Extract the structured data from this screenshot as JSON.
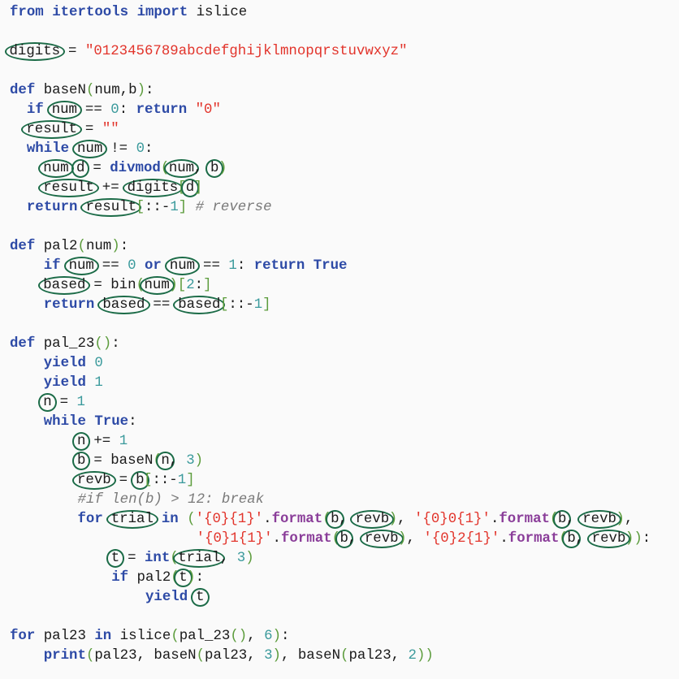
{
  "colors": {
    "keyword": "#2d4aa6",
    "string": "#e2342b",
    "number": "#3b9a9c",
    "paren": "#5c9c3c",
    "method": "#8a3d99",
    "comment": "#7a7a7a",
    "circle": "#1b6b47"
  },
  "code_lines": [
    [
      [
        "k",
        "from"
      ],
      [
        "t",
        " "
      ],
      [
        "k",
        "itertools"
      ],
      [
        "t",
        " "
      ],
      [
        "k",
        "import"
      ],
      [
        "t",
        " islice"
      ]
    ],
    [],
    [
      [
        "o",
        "digits"
      ],
      [
        "t",
        " = "
      ],
      [
        "s",
        "\"0123456789abcdefghijklmnopqrstuvwxyz\""
      ]
    ],
    [],
    [
      [
        "k",
        "def"
      ],
      [
        "t",
        " baseN"
      ],
      [
        "p",
        "("
      ],
      [
        "t",
        "num,b"
      ],
      [
        "p",
        ")"
      ],
      [
        "t",
        ":"
      ]
    ],
    [
      [
        "t",
        "  "
      ],
      [
        "k",
        "if"
      ],
      [
        "t",
        " "
      ],
      [
        "o",
        "num"
      ],
      [
        "t",
        " == "
      ],
      [
        "n",
        "0"
      ],
      [
        "t",
        ": "
      ],
      [
        "k",
        "return"
      ],
      [
        "t",
        " "
      ],
      [
        "s",
        "\"0\""
      ]
    ],
    [
      [
        "t",
        "  "
      ],
      [
        "o",
        "result"
      ],
      [
        "t",
        " = "
      ],
      [
        "s",
        "\"\""
      ]
    ],
    [
      [
        "t",
        "  "
      ],
      [
        "k",
        "while"
      ],
      [
        "t",
        " "
      ],
      [
        "o",
        "num"
      ],
      [
        "t",
        " != "
      ],
      [
        "n",
        "0"
      ],
      [
        "t",
        ":"
      ]
    ],
    [
      [
        "t",
        "    "
      ],
      [
        "o",
        "num"
      ],
      [
        "t",
        " "
      ],
      [
        "o",
        "d"
      ],
      [
        "t",
        " = "
      ],
      [
        "k",
        "divmod"
      ],
      [
        "p",
        "("
      ],
      [
        "o",
        "num"
      ],
      [
        "t",
        ", "
      ],
      [
        "o",
        "b"
      ],
      [
        "p",
        ")"
      ]
    ],
    [
      [
        "t",
        "    "
      ],
      [
        "o",
        "result"
      ],
      [
        "t",
        " += "
      ],
      [
        "o",
        "digits"
      ],
      [
        "p",
        "["
      ],
      [
        "o",
        "d"
      ],
      [
        "p",
        "]"
      ]
    ],
    [
      [
        "t",
        "  "
      ],
      [
        "k",
        "return"
      ],
      [
        "t",
        " "
      ],
      [
        "o",
        "result"
      ],
      [
        "p",
        "["
      ],
      [
        "t",
        "::-"
      ],
      [
        "n",
        "1"
      ],
      [
        "p",
        "]"
      ],
      [
        "t",
        " "
      ],
      [
        "c",
        "# reverse"
      ]
    ],
    [],
    [
      [
        "k",
        "def"
      ],
      [
        "t",
        " pal2"
      ],
      [
        "p",
        "("
      ],
      [
        "t",
        "num"
      ],
      [
        "p",
        ")"
      ],
      [
        "t",
        ":"
      ]
    ],
    [
      [
        "t",
        "    "
      ],
      [
        "k",
        "if"
      ],
      [
        "t",
        " "
      ],
      [
        "o",
        "num"
      ],
      [
        "t",
        " == "
      ],
      [
        "n",
        "0"
      ],
      [
        "t",
        " "
      ],
      [
        "k",
        "or"
      ],
      [
        "t",
        " "
      ],
      [
        "o",
        "num"
      ],
      [
        "t",
        " == "
      ],
      [
        "n",
        "1"
      ],
      [
        "t",
        ": "
      ],
      [
        "k",
        "return"
      ],
      [
        "t",
        " "
      ],
      [
        "k",
        "True"
      ]
    ],
    [
      [
        "t",
        "    "
      ],
      [
        "o",
        "based"
      ],
      [
        "t",
        " = bin"
      ],
      [
        "p",
        "("
      ],
      [
        "o",
        "num"
      ],
      [
        "p",
        ")["
      ],
      [
        "n",
        "2"
      ],
      [
        "t",
        ":"
      ],
      [
        "p",
        "]"
      ]
    ],
    [
      [
        "t",
        "    "
      ],
      [
        "k",
        "return"
      ],
      [
        "t",
        " "
      ],
      [
        "o",
        "based"
      ],
      [
        "t",
        " == "
      ],
      [
        "o",
        "based"
      ],
      [
        "p",
        "["
      ],
      [
        "t",
        "::-"
      ],
      [
        "n",
        "1"
      ],
      [
        "p",
        "]"
      ]
    ],
    [],
    [
      [
        "k",
        "def"
      ],
      [
        "t",
        " pal_23"
      ],
      [
        "p",
        "()"
      ],
      [
        "t",
        ":"
      ]
    ],
    [
      [
        "t",
        "    "
      ],
      [
        "k",
        "yield"
      ],
      [
        "t",
        " "
      ],
      [
        "n",
        "0"
      ]
    ],
    [
      [
        "t",
        "    "
      ],
      [
        "k",
        "yield"
      ],
      [
        "t",
        " "
      ],
      [
        "n",
        "1"
      ]
    ],
    [
      [
        "t",
        "    "
      ],
      [
        "o",
        "n"
      ],
      [
        "t",
        " = "
      ],
      [
        "n",
        "1"
      ]
    ],
    [
      [
        "t",
        "    "
      ],
      [
        "k",
        "while"
      ],
      [
        "t",
        " "
      ],
      [
        "k",
        "True"
      ],
      [
        "t",
        ":"
      ]
    ],
    [
      [
        "t",
        "        "
      ],
      [
        "o",
        "n"
      ],
      [
        "t",
        " += "
      ],
      [
        "n",
        "1"
      ]
    ],
    [
      [
        "t",
        "        "
      ],
      [
        "o",
        "b"
      ],
      [
        "t",
        " = baseN"
      ],
      [
        "p",
        "("
      ],
      [
        "o",
        "n"
      ],
      [
        "t",
        ", "
      ],
      [
        "n",
        "3"
      ],
      [
        "p",
        ")"
      ]
    ],
    [
      [
        "t",
        "        "
      ],
      [
        "o",
        "revb"
      ],
      [
        "t",
        " = "
      ],
      [
        "o",
        "b"
      ],
      [
        "p",
        "["
      ],
      [
        "t",
        "::-"
      ],
      [
        "n",
        "1"
      ],
      [
        "p",
        "]"
      ]
    ],
    [
      [
        "t",
        "        "
      ],
      [
        "c",
        "#if len(b) > 12: break"
      ]
    ],
    [
      [
        "t",
        "        "
      ],
      [
        "k",
        "for"
      ],
      [
        "t",
        " "
      ],
      [
        "o",
        "trial"
      ],
      [
        "t",
        " "
      ],
      [
        "k",
        "in"
      ],
      [
        "t",
        " "
      ],
      [
        "p",
        "("
      ],
      [
        "s",
        "'{0}{1}'"
      ],
      [
        "t",
        "."
      ],
      [
        "f",
        "format"
      ],
      [
        "p",
        "("
      ],
      [
        "o",
        "b"
      ],
      [
        "t",
        ", "
      ],
      [
        "o",
        "revb"
      ],
      [
        "p",
        ")"
      ],
      [
        "t",
        ", "
      ],
      [
        "s",
        "'{0}0{1}'"
      ],
      [
        "t",
        "."
      ],
      [
        "f",
        "format"
      ],
      [
        "p",
        "("
      ],
      [
        "o",
        "b"
      ],
      [
        "t",
        ", "
      ],
      [
        "o",
        "revb"
      ],
      [
        "p",
        ")"
      ],
      [
        "t",
        ","
      ]
    ],
    [
      [
        "t",
        "                      "
      ],
      [
        "s",
        "'{0}1{1}'"
      ],
      [
        "t",
        "."
      ],
      [
        "f",
        "format"
      ],
      [
        "p",
        "("
      ],
      [
        "o",
        "b"
      ],
      [
        "t",
        ", "
      ],
      [
        "o",
        "revb"
      ],
      [
        "p",
        ")"
      ],
      [
        "t",
        ", "
      ],
      [
        "s",
        "'{0}2{1}'"
      ],
      [
        "t",
        "."
      ],
      [
        "f",
        "format"
      ],
      [
        "p",
        "("
      ],
      [
        "o",
        "b"
      ],
      [
        "t",
        ", "
      ],
      [
        "o",
        "revb"
      ],
      [
        "p",
        "))"
      ],
      [
        "t",
        ":"
      ]
    ],
    [
      [
        "t",
        "            "
      ],
      [
        "o",
        "t"
      ],
      [
        "t",
        " = "
      ],
      [
        "k",
        "int"
      ],
      [
        "p",
        "("
      ],
      [
        "o",
        "trial"
      ],
      [
        "t",
        ", "
      ],
      [
        "n",
        "3"
      ],
      [
        "p",
        ")"
      ]
    ],
    [
      [
        "t",
        "            "
      ],
      [
        "k",
        "if"
      ],
      [
        "t",
        " pal2"
      ],
      [
        "p",
        "("
      ],
      [
        "o",
        "t"
      ],
      [
        "p",
        ")"
      ],
      [
        "t",
        ":"
      ]
    ],
    [
      [
        "t",
        "                "
      ],
      [
        "k",
        "yield"
      ],
      [
        "t",
        " "
      ],
      [
        "o",
        "t"
      ]
    ],
    [],
    [
      [
        "k",
        "for"
      ],
      [
        "t",
        " pal23 "
      ],
      [
        "k",
        "in"
      ],
      [
        "t",
        " islice"
      ],
      [
        "p",
        "("
      ],
      [
        "t",
        "pal_23"
      ],
      [
        "p",
        "()"
      ],
      [
        "t",
        ", "
      ],
      [
        "n",
        "6"
      ],
      [
        "p",
        ")"
      ],
      [
        "t",
        ":"
      ]
    ],
    [
      [
        "t",
        "    "
      ],
      [
        "k",
        "print"
      ],
      [
        "p",
        "("
      ],
      [
        "t",
        "pal23, baseN"
      ],
      [
        "p",
        "("
      ],
      [
        "t",
        "pal23, "
      ],
      [
        "n",
        "3"
      ],
      [
        "p",
        ")"
      ],
      [
        "t",
        ", baseN"
      ],
      [
        "p",
        "("
      ],
      [
        "t",
        "pal23, "
      ],
      [
        "n",
        "2"
      ],
      [
        "p",
        "))"
      ]
    ]
  ]
}
